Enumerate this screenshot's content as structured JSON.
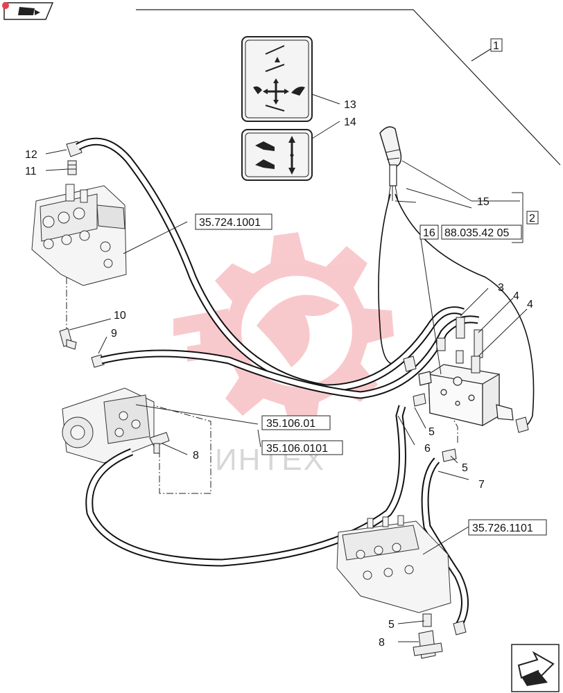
{
  "callouts": [
    "1",
    "2",
    "3",
    "4",
    "4",
    "5",
    "5",
    "5",
    "6",
    "7",
    "8",
    "8",
    "9",
    "10",
    "11",
    "12",
    "13",
    "14",
    "15",
    "16"
  ],
  "references": {
    "valve_block_upper": "35.724.1001",
    "pump_a": "35.106.01",
    "pump_b": "35.106.0101",
    "valve_block_lower": "35.726.1101",
    "joystick": "88.035.42 05"
  },
  "watermark": {
    "text": "ИНТЕХ",
    "color": "#e8414b"
  },
  "nav": {
    "top_left": "previous-page",
    "bottom_right": "next-page"
  }
}
